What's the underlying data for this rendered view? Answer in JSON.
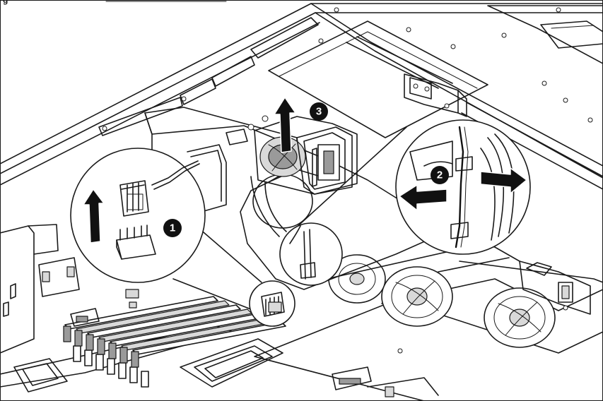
{
  "figure": {
    "header_label": "g"
  },
  "callouts": [
    {
      "id": "step-1",
      "number": "1"
    },
    {
      "id": "step-2",
      "number": "2"
    },
    {
      "id": "step-3",
      "number": "3"
    }
  ],
  "colors": {
    "line": "#1a1a1a",
    "callout_fill": "#111111",
    "callout_text": "#ffffff",
    "shade_light": "#d9d9d9",
    "shade_dark": "#9a9a9a"
  },
  "icons": [
    "arrow-up-icon",
    "arrow-left-icon",
    "arrow-right-icon"
  ]
}
